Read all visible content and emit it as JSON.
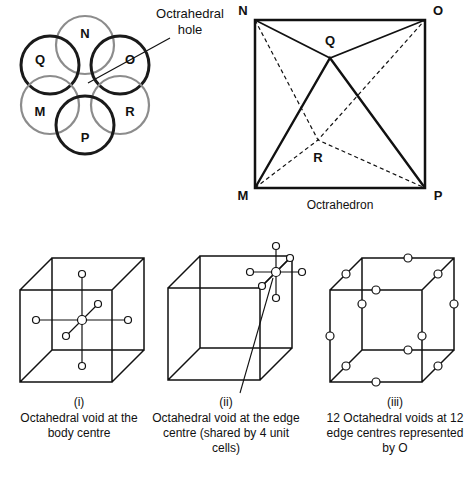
{
  "diagram": {
    "nodes": [
      {
        "text": [
          "N"
        ]
      },
      {
        "text": [
          "Q"
        ]
      },
      {
        "text": [
          "O"
        ]
      },
      {
        "text": [
          "M"
        ]
      },
      {
        "text": [
          "R"
        ]
      },
      {
        "text": [
          "P"
        ]
      }
    ],
    "labels": [
      "Octrahedral hole",
      "N",
      "O",
      "Q",
      "M",
      "R",
      "P",
      "Octrahedron",
      "(i)",
      "Octahedral void at the body centre",
      "(ii)",
      "Octahedral void at the edge centre (shared by 4 unit cells)",
      "(iii)",
      "12 Octahedral voids at 12 edge centres represented by O"
    ]
  }
}
